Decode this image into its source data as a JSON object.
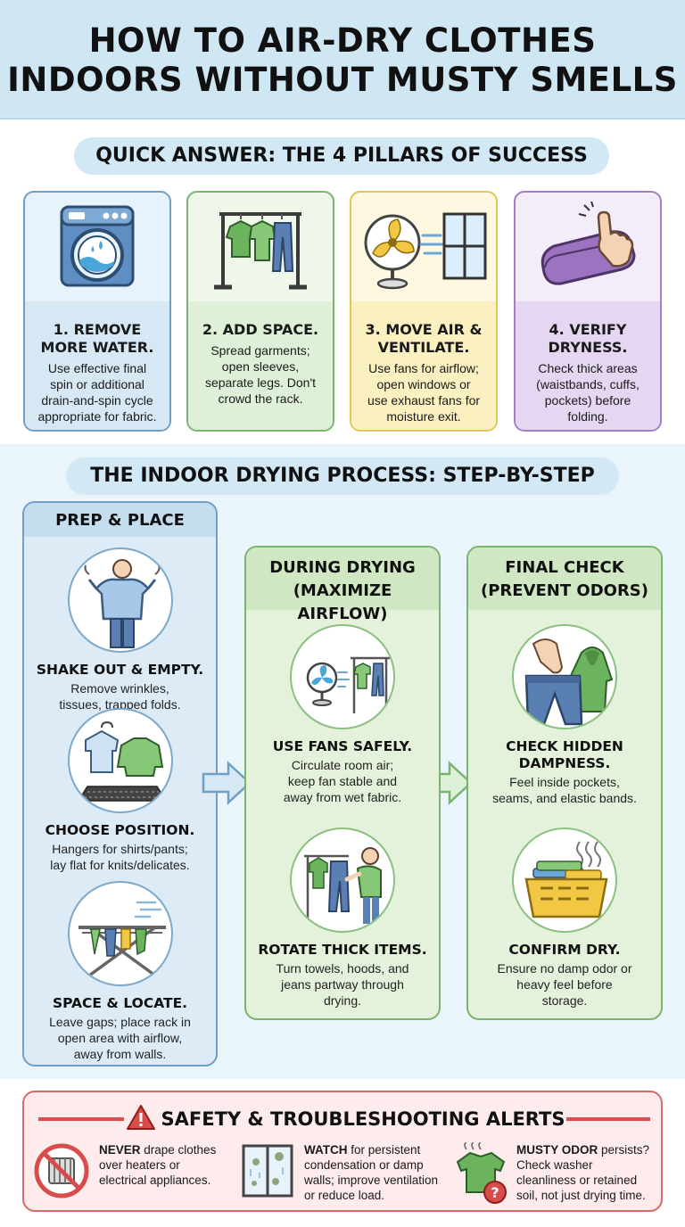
{
  "title_line1": "HOW TO AIR-DRY CLOTHES",
  "title_line2": "INDOORS WITHOUT MUSTY SMELLS",
  "quick_heading": "QUICK ANSWER: THE 4 PILLARS OF SUCCESS",
  "pillars": [
    {
      "title_line1": "1. REMOVE",
      "title_line2": "MORE WATER.",
      "text_lines": [
        "Use effective final",
        "spin or additional",
        "drain-and-spin cycle",
        "appropriate for fabric."
      ],
      "icon": "washing-machine-icon"
    },
    {
      "title_line1": "2. ADD SPACE.",
      "title_line2": "",
      "text_lines": [
        "Spread garments;",
        "open sleeves,",
        "separate legs. Don't",
        "crowd the rack."
      ],
      "icon": "clothes-rack-icon"
    },
    {
      "title_line1": "3. MOVE AIR &",
      "title_line2": "VENTILATE.",
      "text_lines": [
        "Use fans for airflow;",
        "open windows or",
        "use exhaust fans for",
        "moisture exit."
      ],
      "icon": "fan-window-icon"
    },
    {
      "title_line1": "4. VERIFY",
      "title_line2": "DRYNESS.",
      "text_lines": [
        "Check thick areas",
        "(waistbands, cuffs,",
        "pockets) before",
        "folding."
      ],
      "icon": "folded-towel-hand-icon"
    }
  ],
  "process_heading": "THE INDOOR DRYING PROCESS: STEP-BY-STEP",
  "columns": {
    "prep": {
      "title": "PREP & PLACE",
      "steps": [
        {
          "title": "SHAKE OUT & EMPTY.",
          "text_lines": [
            "Remove wrinkles,",
            "tissues, trapped folds."
          ],
          "icon": "person-shaking-shirt-icon"
        },
        {
          "title": "CHOOSE POSITION.",
          "text_lines": [
            "Hangers for shirts/pants;",
            "lay flat for knits/delicates."
          ],
          "icon": "hanger-and-flat-sweater-icon"
        },
        {
          "title": "SPACE & LOCATE.",
          "text_lines": [
            "Leave gaps; place rack in",
            "open area with airflow,",
            "away from walls."
          ],
          "icon": "drying-rack-icon"
        }
      ]
    },
    "during": {
      "title_line1": "DURING DRYING",
      "title_line2": "(MAXIMIZE AIRFLOW)",
      "steps": [
        {
          "title": "USE FANS SAFELY.",
          "text_lines": [
            "Circulate room air;",
            "keep fan stable and",
            "away from wet fabric."
          ],
          "icon": "fan-and-rack-icon"
        },
        {
          "title": "ROTATE THICK ITEMS.",
          "text_lines": [
            "Turn towels, hoods, and",
            "jeans partway through",
            "drying."
          ],
          "icon": "person-rotating-jeans-icon"
        }
      ]
    },
    "final": {
      "title_line1": "FINAL CHECK",
      "title_line2": "(PREVENT ODORS)",
      "steps": [
        {
          "title_line1": "CHECK HIDDEN",
          "title_line2": "DAMPNESS.",
          "text_lines": [
            "Feel inside pockets,",
            "seams, and elastic bands."
          ],
          "icon": "hand-checking-pocket-icon"
        },
        {
          "title": "CONFIRM DRY.",
          "text_lines": [
            "Ensure no damp odor or",
            "heavy feel before",
            "storage."
          ],
          "icon": "laundry-basket-icon"
        }
      ]
    }
  },
  "alerts": {
    "heading": "SAFETY & TROUBLESHOOTING ALERTS",
    "items": [
      {
        "bold": "NEVER",
        "line1_rest": " drape clothes",
        "line2": "over heaters or",
        "line3": "electrical appliances.",
        "icon": "no-heater-icon"
      },
      {
        "bold": "WATCH",
        "line1_rest": " for persistent",
        "line2": "condensation or damp",
        "line3": "walls; improve ventilation",
        "line4": "or reduce load.",
        "icon": "moldy-window-icon"
      },
      {
        "bold": "MUSTY ODOR",
        "line1_rest": " persists?",
        "line2": "Check washer",
        "line3": "cleanliness or retained",
        "line4": "soil, not just drying time.",
        "icon": "smelly-shirt-question-icon"
      }
    ]
  },
  "colors": {
    "blue": "#6f9fc4",
    "green": "#79b56f",
    "yellow": "#e2c659",
    "purple": "#a47ec4",
    "red": "#d94c4c"
  }
}
